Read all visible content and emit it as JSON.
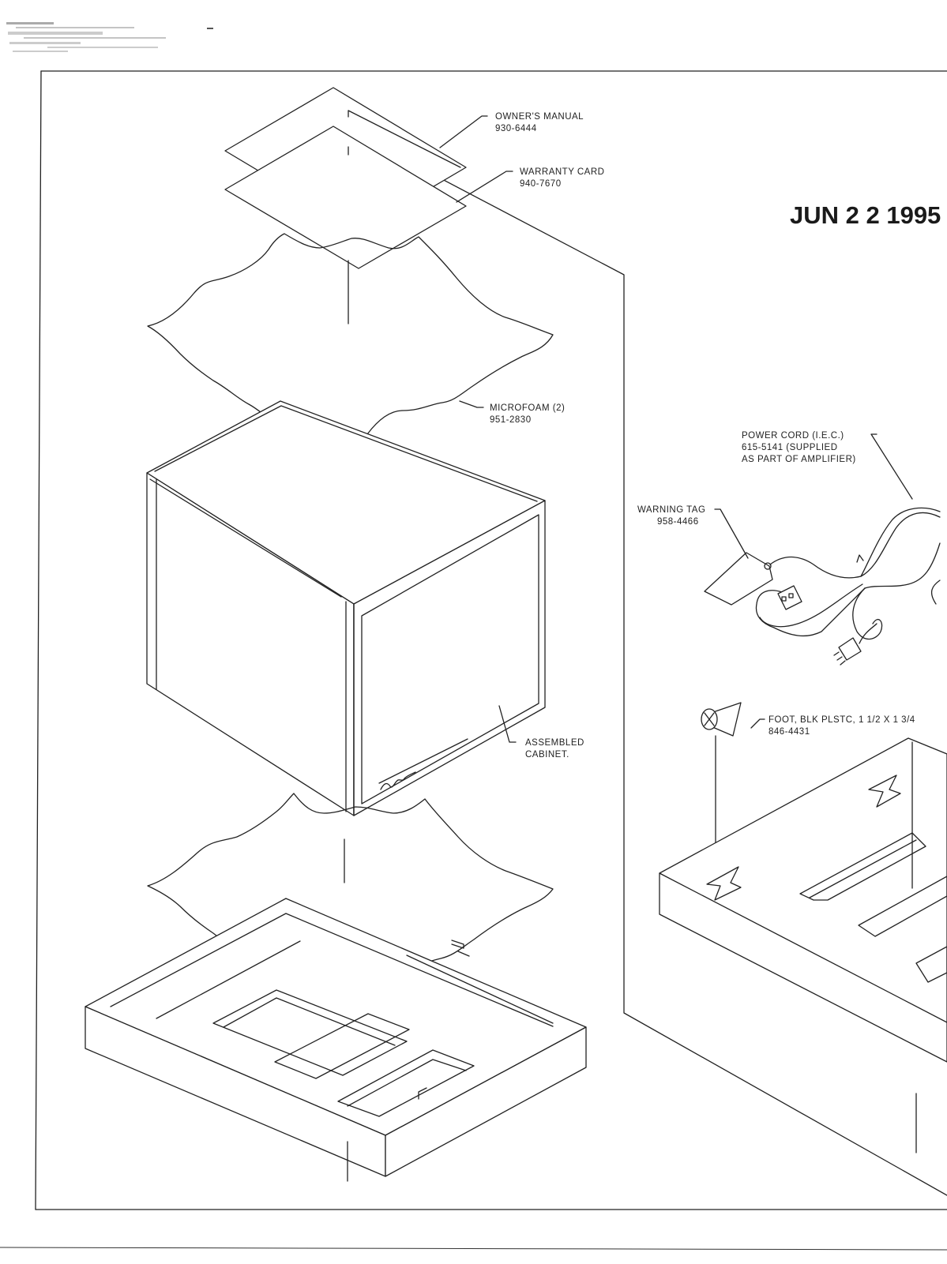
{
  "stamp": {
    "date": "JUN 2 2 1995"
  },
  "callouts": {
    "owners_manual": {
      "name": "OWNER'S MANUAL",
      "part": "930-6444"
    },
    "warranty_card": {
      "name": "WARRANTY CARD",
      "part": "940-7670"
    },
    "microfoam": {
      "name": "MICROFOAM (2)",
      "part": "951-2830"
    },
    "assembled_cabinet": {
      "line1": "ASSEMBLED",
      "line2": "CABINET."
    },
    "power_cord": {
      "line1": "POWER CORD (I.E.C.)",
      "line2": "615-5141 (SUPPLIED",
      "line3": "AS PART OF AMPLIFIER)"
    },
    "warning_tag": {
      "name": "WARNING TAG",
      "part": "958-4466"
    },
    "foot": {
      "name": "FOOT, BLK PLSTC, 1 1/2 X 1 3/4",
      "part": "846-4431"
    }
  }
}
